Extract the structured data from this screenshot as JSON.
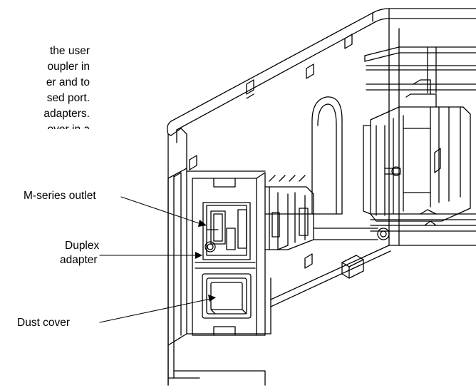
{
  "paragraph": {
    "lines": [
      "the user",
      "oupler in",
      "er and to",
      "sed port.",
      "adapters.",
      "over in a"
    ]
  },
  "callouts": {
    "outlet": "M-series outlet",
    "duplex_line1": "Duplex",
    "duplex_line2": "adapter",
    "dust": "Dust cover"
  }
}
